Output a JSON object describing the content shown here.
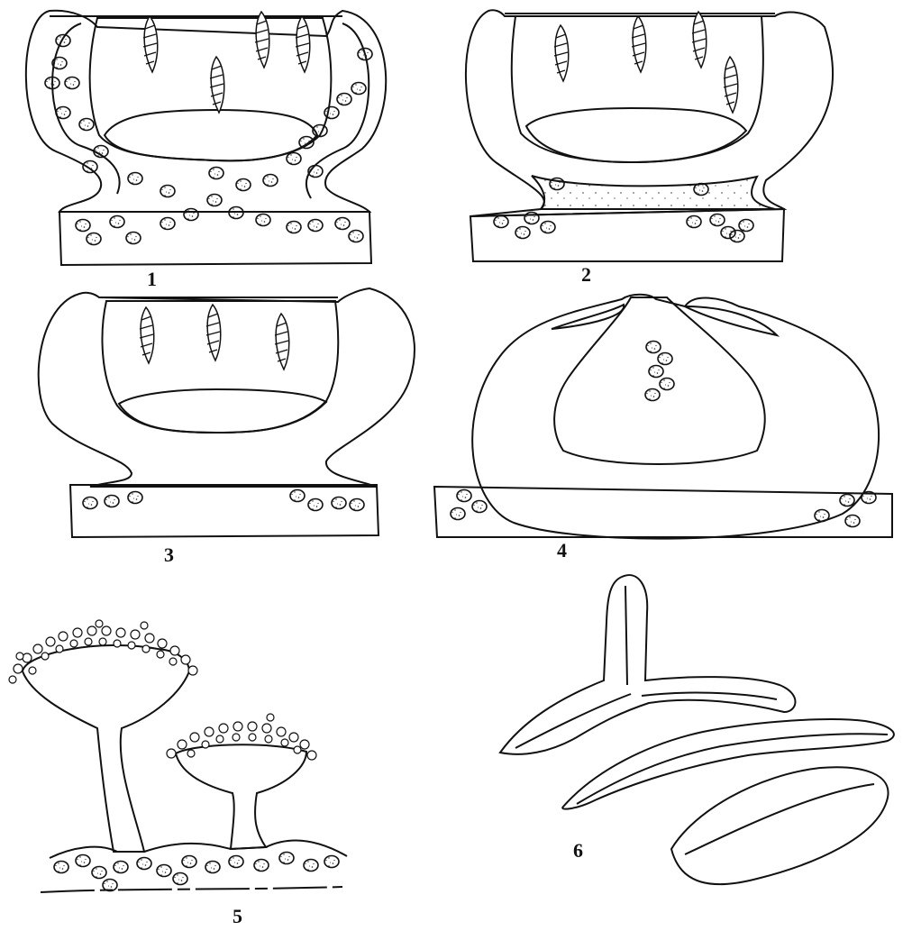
{
  "figures": [
    {
      "id": "1",
      "label": "1"
    },
    {
      "id": "2",
      "label": "2"
    },
    {
      "id": "3",
      "label": "3"
    },
    {
      "id": "4",
      "label": "4"
    },
    {
      "id": "5",
      "label": "5"
    },
    {
      "id": "6",
      "label": "6"
    }
  ],
  "colors": {
    "ink": "#111111",
    "background": "#ffffff",
    "stipple": "#222222"
  }
}
